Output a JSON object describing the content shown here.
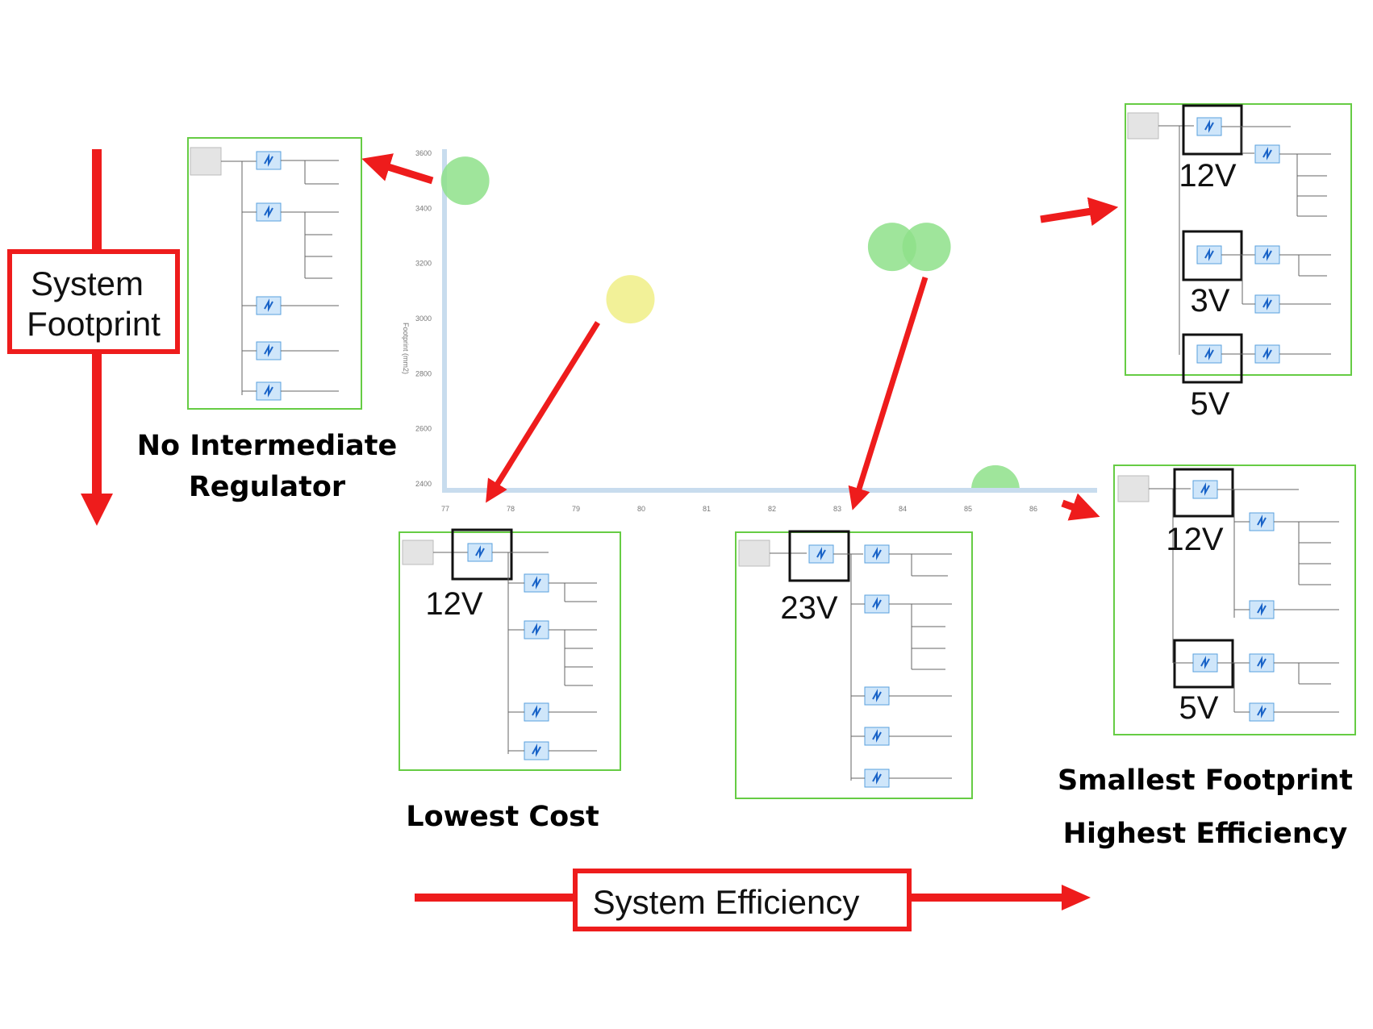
{
  "axis_labels": {
    "system_footprint_l1": "System",
    "system_footprint_l2": "Footprint",
    "system_efficiency": "System Efficiency"
  },
  "captions": {
    "no_intermediate_l1": "No Intermediate",
    "no_intermediate_l2": "Regulator",
    "lowest_cost": "Lowest Cost",
    "smallest_footprint": "Smallest Footprint",
    "highest_efficiency": "Highest Efficiency"
  },
  "voltage_labels": {
    "lowest_cost": "12V",
    "middle": "23V",
    "top_right_1": "12V",
    "top_right_2": "3V",
    "top_right_3": "5V",
    "bottom_right_1": "12V",
    "bottom_right_2": "5V"
  },
  "chart": {
    "y_ticks": [
      "3600",
      "3400",
      "3200",
      "3000",
      "2800",
      "2600",
      "2400"
    ],
    "x_ticks": [
      "77",
      "78",
      "79",
      "80",
      "81",
      "82",
      "83",
      "84",
      "85",
      "86"
    ],
    "y_axis_title": "Footprint (mm2)",
    "points": [
      {
        "x": 77.3,
        "y": 3500,
        "color": "#8ee08a"
      },
      {
        "x": 79.7,
        "y": 3070,
        "color": "#f0ef86"
      },
      {
        "x": 83.5,
        "y": 3260,
        "color": "#8ee08a"
      },
      {
        "x": 84.0,
        "y": 3260,
        "color": "#8ee08a"
      },
      {
        "x": 85.0,
        "y": 2380,
        "color": "#8ee08a"
      }
    ]
  },
  "colors": {
    "arrow_red": "#ee1c1c",
    "box_green": "#66cc44",
    "axis_blue": "#c8dcee"
  }
}
